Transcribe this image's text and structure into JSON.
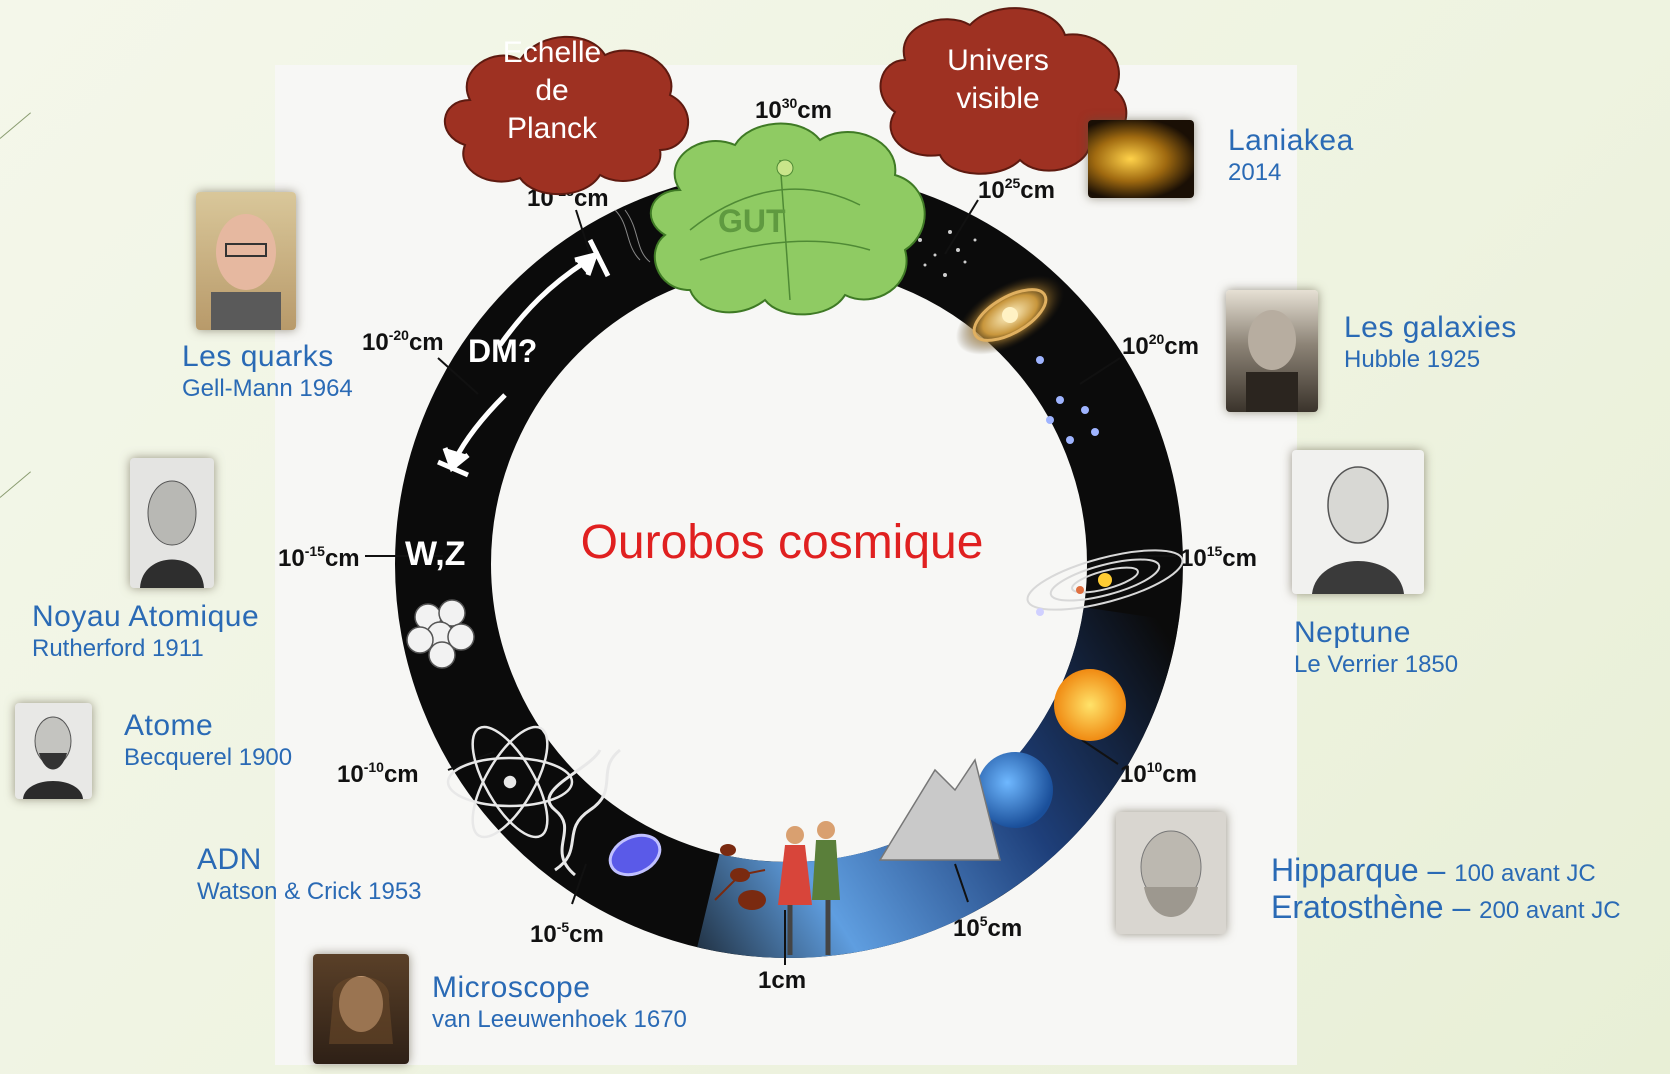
{
  "title": "Ourobos cosmique",
  "clouds": {
    "planck": [
      "Echelle",
      "de",
      "Planck"
    ],
    "univers": [
      "Univers",
      "visible"
    ]
  },
  "scale_labels": {
    "s30": "10",
    "s30_exp": "30",
    "s25": "10",
    "s25_exp": "25",
    "s20": "10",
    "s20_exp": "20",
    "s15": "10",
    "s15_exp": "15",
    "s10": "10",
    "s10_exp": "10",
    "s5": "10",
    "s5_exp": "5",
    "s0": "1cm",
    "sm5": "10",
    "sm5_exp": "-5",
    "sm10": "10",
    "sm10_exp": "-10",
    "sm15": "10",
    "sm15_exp": "-15",
    "sm20": "10",
    "sm20_exp": "-20",
    "sm25": "10",
    "sm25_exp": "-25",
    "unit": "cm"
  },
  "ring_labels": {
    "gut": "GUT",
    "dm": "DM?",
    "wz": "W,Z"
  },
  "captions": {
    "laniakea": {
      "title": "Laniakea",
      "sub": "2014"
    },
    "galaxies": {
      "title": "Les galaxies",
      "sub": "Hubble 1925"
    },
    "neptune": {
      "title": "Neptune",
      "sub": "Le Verrier 1850"
    },
    "hipparque": {
      "name": "Hipparque",
      "sep": " – ",
      "date": "100 avant JC"
    },
    "eratosthene": {
      "name": "Eratosthène",
      "sep": " – ",
      "date": "200 avant JC"
    },
    "quarks": {
      "title": "Les quarks",
      "sub": "Gell-Mann 1964"
    },
    "noyau": {
      "title": "Noyau Atomique",
      "sub": "Rutherford 1911"
    },
    "atome": {
      "title": "Atome",
      "sub": "Becquerel 1900"
    },
    "adn": {
      "title": "ADN",
      "sub": "Watson & Crick 1953"
    },
    "microscope": {
      "title": "Microscope",
      "sub": "van Leeuwenhoek 1670"
    }
  },
  "colors": {
    "ring": "#0b0b0b",
    "ring_blue": "#2a62b8",
    "cloud": "#9e3122",
    "gut": "#8fcb63",
    "title": "#e02020",
    "caption": "#2a6ab5"
  }
}
